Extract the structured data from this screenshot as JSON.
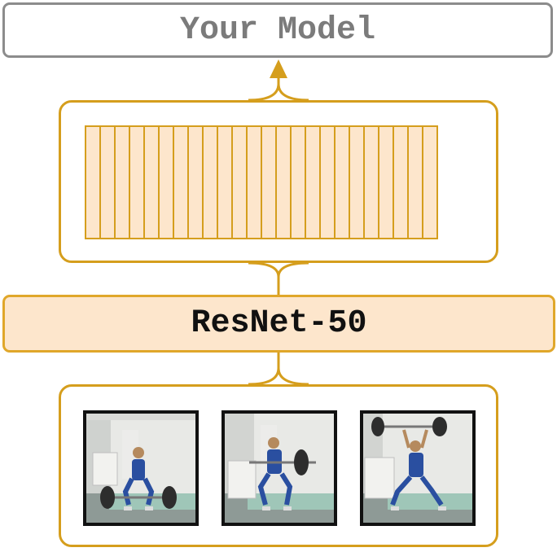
{
  "model": {
    "label": "Your Model"
  },
  "backbone": {
    "label": "ResNet-50"
  },
  "features": {
    "cell_count": 24
  },
  "frames": [
    {
      "name": "frame-start",
      "pose": "start"
    },
    {
      "name": "frame-pull",
      "pose": "pull"
    },
    {
      "name": "frame-overhead",
      "pose": "overhead"
    }
  ],
  "colors": {
    "accent": "#d59e1d",
    "feature_fill": "#fde6cc",
    "model_border": "#8c8c8c",
    "model_text": "#7b7b7b"
  }
}
